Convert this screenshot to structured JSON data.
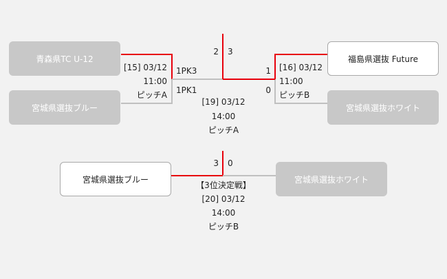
{
  "colors": {
    "win_line": "#e8000b",
    "lose_line": "#c0c0c0"
  },
  "semifinal_left": {
    "team_top": "青森県TC U-12",
    "team_bottom": "宮城県選抜ブルー",
    "match": "[15] 03/12",
    "time": "11:00",
    "pitch": "ピッチA",
    "pk_top": "1PK3",
    "pk_bottom": "1PK1"
  },
  "semifinal_right": {
    "team_top": "福島県選抜 Future",
    "team_bottom": "宮城県選抜ホワイト",
    "match": "[16] 03/12",
    "time": "11:00",
    "pitch": "ピッチB",
    "score_top": "1",
    "score_bottom": "0"
  },
  "final": {
    "score_left": "2",
    "score_right": "3",
    "match": "[19] 03/12",
    "time": "14:00",
    "pitch": "ピッチA"
  },
  "third_place": {
    "team_left": "宮城県選抜ブルー",
    "team_right": "宮城県選抜ホワイト",
    "score_left": "3",
    "score_right": "0",
    "title": "【3位決定戦】",
    "match": "[20] 03/12",
    "time": "14:00",
    "pitch": "ピッチB"
  }
}
